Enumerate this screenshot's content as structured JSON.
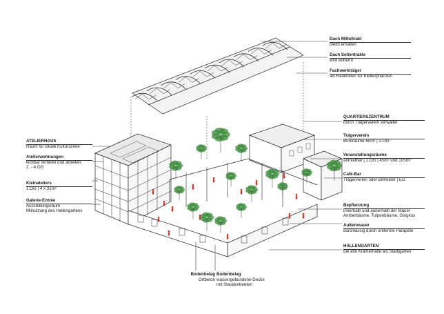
{
  "labels": {
    "dach_mitteltrakt": {
      "title": "Dach Mitteltrakt",
      "sub": "bleibt erhalten"
    },
    "dach_seitentrakte": {
      "title": "Dach Seitentrakte",
      "sub": "wird entfernt"
    },
    "fachwerktraeger": {
      "title": "Fachwerkträger",
      "sub": "als Rankhilfen für Kletterpflanzen"
    },
    "quartierszentrum": {
      "title": "QUARTIERSZENTRUM",
      "sub": "durch Trägerverein verwaltet"
    },
    "traegerverein": {
      "title": "Trägerverein",
      "sub": "Büroräume 60m² | 2.OG"
    },
    "veranstaltungsraeume": {
      "title": "Veranstaltungsräume",
      "sub": "anmietbar | 1.OG | 45m² und 105m²"
    },
    "cafe_bar": {
      "title": "Café-Bar",
      "sub": "Trägerverein oder Betreiber | EG"
    },
    "bepflanzung": {
      "title": "Bepflanzung",
      "sub": "innerhalb und außerhalb der Mauer",
      "sub2": "Amberbäume, Tulpenbäume, Gingkos"
    },
    "aussenmauer": {
      "title": "Außenmauer",
      "sub": "durchlässig durch entfernte Parapete"
    },
    "hallengarten": {
      "title": "HALLENGARTEN",
      "sub": "die alte Kramerhalle als Stadtgarten"
    },
    "atelierhaus": {
      "title": "ATELIERHAUS",
      "sub": "Raum für lokale Kulturszene"
    },
    "atelierwohnungen": {
      "title": "Atelierwohnungen",
      "sub": "leistbar wohnen und arbeiten",
      "sub2": "2. - 4.OG"
    },
    "kleinateliers": {
      "title": "Kleinateliers",
      "sub": "1.OG | 4 x 31m²"
    },
    "galerie_entree": {
      "title": "Galerie-Entrée",
      "sub": "Ausstellungsraum",
      "sub2": "Milnutzung des Hallengartens"
    },
    "bodenbelag_ortbeton": {
      "title": "Bodenbelag",
      "sub": "Ortbeton"
    },
    "bodenbelag_decke": {
      "title": "Bodenbelag",
      "sub": "wassergebundene Decke",
      "sub2": "mit Staudenbeeten"
    }
  },
  "colors": {
    "accent_red": "#c0392b",
    "plant_green": "#3a8a3a",
    "line": "#222222"
  }
}
